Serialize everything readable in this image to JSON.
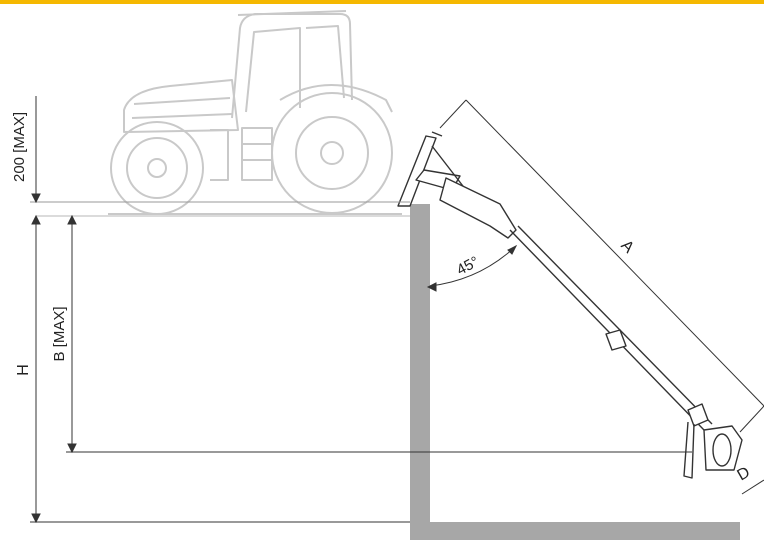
{
  "colors": {
    "accent_bar": "#f5b800",
    "wall": "#a7a7a7",
    "tractor_outline": "#c9c9c9",
    "line": "#333333"
  },
  "dimensions": {
    "height_above_ground": "200 [MAX]",
    "total_depth": "H",
    "reach_depth": "B [MAX]",
    "arm_length": "A",
    "head_size": "D",
    "angle": "45°"
  },
  "icons": {
    "vehicle": "tractor-icon",
    "implement": "pump-arm-icon"
  }
}
